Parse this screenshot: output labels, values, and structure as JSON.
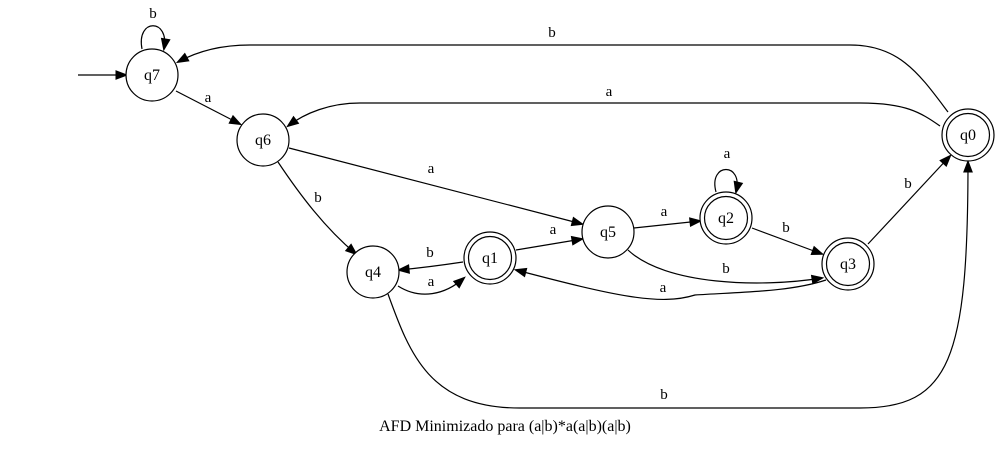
{
  "title": "AFD Minimizado para (a|b)*a(a|b)(a|b)",
  "states": [
    {
      "id": "q7",
      "label": "q7",
      "accepting": false,
      "start": true
    },
    {
      "id": "q6",
      "label": "q6",
      "accepting": false
    },
    {
      "id": "q4",
      "label": "q4",
      "accepting": false
    },
    {
      "id": "q1",
      "label": "q1",
      "accepting": true
    },
    {
      "id": "q5",
      "label": "q5",
      "accepting": false
    },
    {
      "id": "q2",
      "label": "q2",
      "accepting": true
    },
    {
      "id": "q3",
      "label": "q3",
      "accepting": true
    },
    {
      "id": "q0",
      "label": "q0",
      "accepting": true
    }
  ],
  "transitions": [
    {
      "from": "q7",
      "to": "q7",
      "symbol": "b"
    },
    {
      "from": "q7",
      "to": "q6",
      "symbol": "a"
    },
    {
      "from": "q0",
      "to": "q7",
      "symbol": "b"
    },
    {
      "from": "q0",
      "to": "q6",
      "symbol": "a"
    },
    {
      "from": "q6",
      "to": "q5",
      "symbol": "a"
    },
    {
      "from": "q6",
      "to": "q4",
      "symbol": "b"
    },
    {
      "from": "q1",
      "to": "q4",
      "symbol": "b"
    },
    {
      "from": "q4",
      "to": "q1",
      "symbol": "a"
    },
    {
      "from": "q1",
      "to": "q5",
      "symbol": "a"
    },
    {
      "from": "q5",
      "to": "q2",
      "symbol": "a"
    },
    {
      "from": "q2",
      "to": "q2",
      "symbol": "a"
    },
    {
      "from": "q2",
      "to": "q3",
      "symbol": "b"
    },
    {
      "from": "q5",
      "to": "q3",
      "symbol": "b"
    },
    {
      "from": "q3",
      "to": "q1",
      "symbol": "a"
    },
    {
      "from": "q3",
      "to": "q0",
      "symbol": "b"
    },
    {
      "from": "q4",
      "to": "q0",
      "symbol": "b"
    }
  ]
}
